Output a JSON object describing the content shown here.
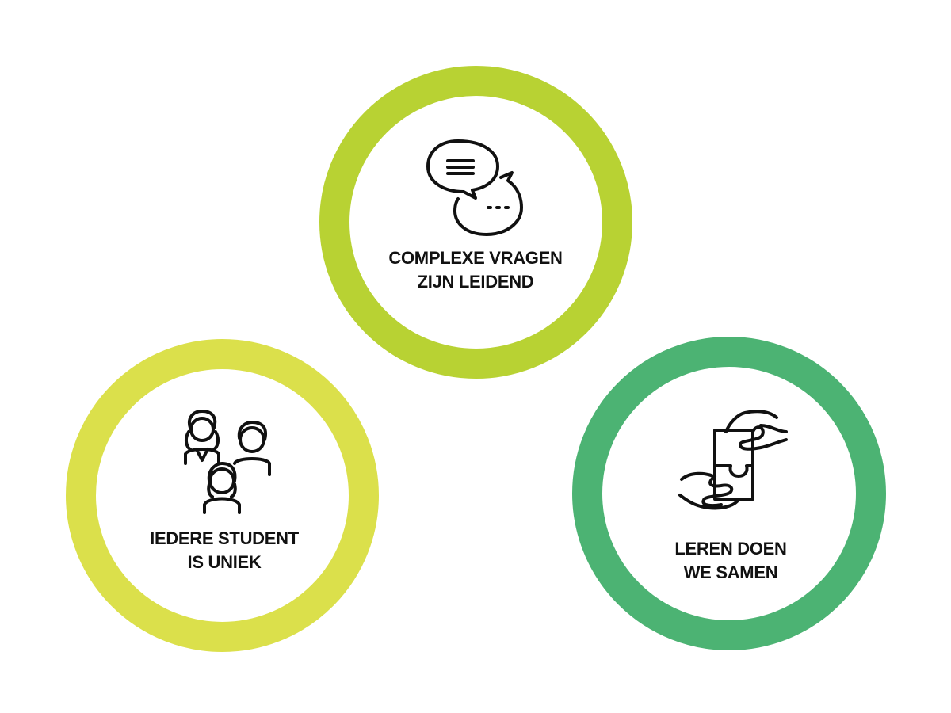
{
  "colors": {
    "top_ring": "#b8d233",
    "left_ring": "#dbe04b",
    "right_ring": "#4cb373"
  },
  "items": [
    {
      "icon": "speech-bubbles-icon",
      "lines": [
        "COMPLEXE VRAGEN",
        "ZIJN LEIDEND"
      ]
    },
    {
      "icon": "students-icon",
      "lines": [
        "IEDERE STUDENT",
        "IS UNIEK"
      ]
    },
    {
      "icon": "puzzle-hands-icon",
      "lines": [
        "LEREN DOEN",
        "WE SAMEN"
      ]
    }
  ]
}
